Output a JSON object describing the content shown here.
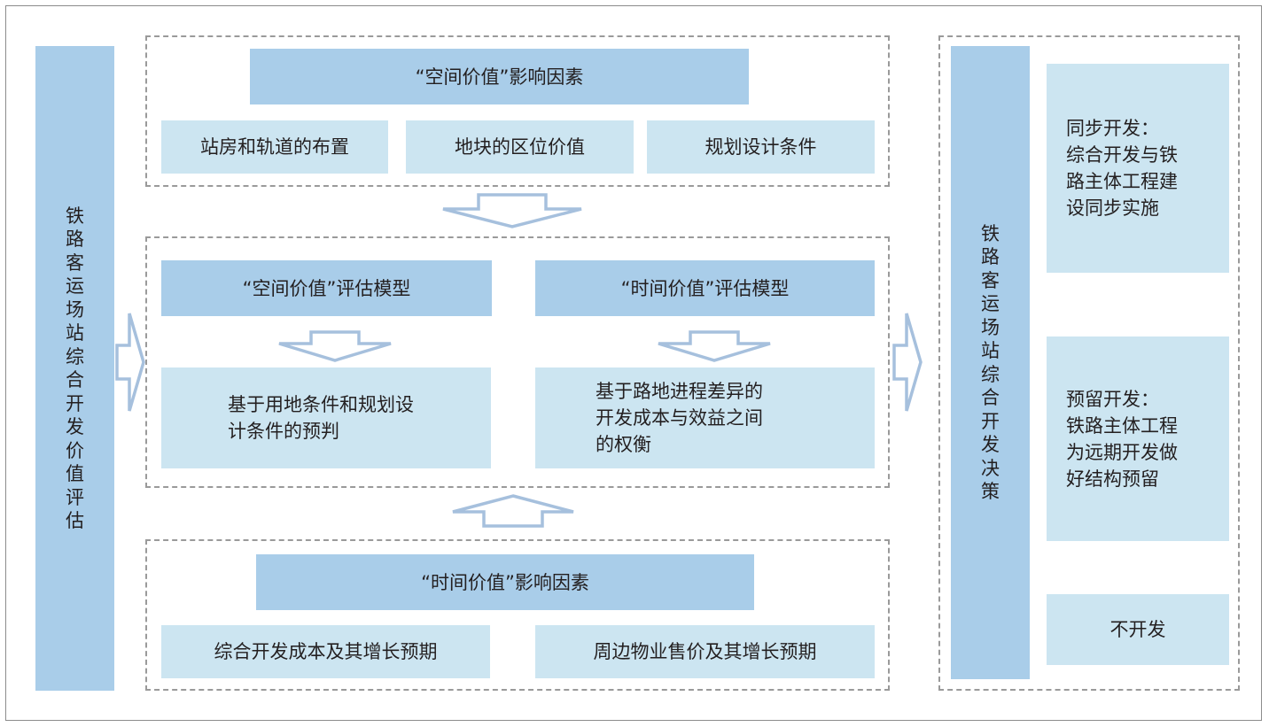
{
  "left_sidebar": {
    "label": "铁路客运场站综合开发价值评估"
  },
  "spatial_factors": {
    "header": "“空间价值”影响因素",
    "items": [
      "站房和轨道的布置",
      "地块的区位价值",
      "规划设计条件"
    ]
  },
  "models": {
    "spatial_model": {
      "header": "“空间价值”评估模型",
      "body_lines": [
        "基于用地条件和规划设",
        "计条件的预判"
      ]
    },
    "temporal_model": {
      "header": "“时间价值”评估模型",
      "body_lines": [
        "基于路地进程差异的",
        "开发成本与效益之间",
        "的权衡"
      ]
    }
  },
  "temporal_factors": {
    "header": "“时间价值”影响因素",
    "items": [
      "综合开发成本及其增长预期",
      "周边物业售价及其增长预期"
    ]
  },
  "decision": {
    "label": "铁路客运场站综合开发决策",
    "options": [
      {
        "lines": [
          "同步开发：",
          "综合开发与铁",
          "路主体工程建",
          "设同步实施"
        ]
      },
      {
        "lines": [
          "预留开发：",
          "铁路主体工程",
          "为远期开发做",
          "好结构预留"
        ]
      },
      {
        "lines": [
          "不开发"
        ]
      }
    ]
  },
  "colors": {
    "header_blue": "#a9cde9",
    "light_blue": "#cce5f1",
    "arrow_fill": "#ffffff",
    "arrow_stroke": "#a6c0dd",
    "dash_border": "#9a9a9a"
  }
}
